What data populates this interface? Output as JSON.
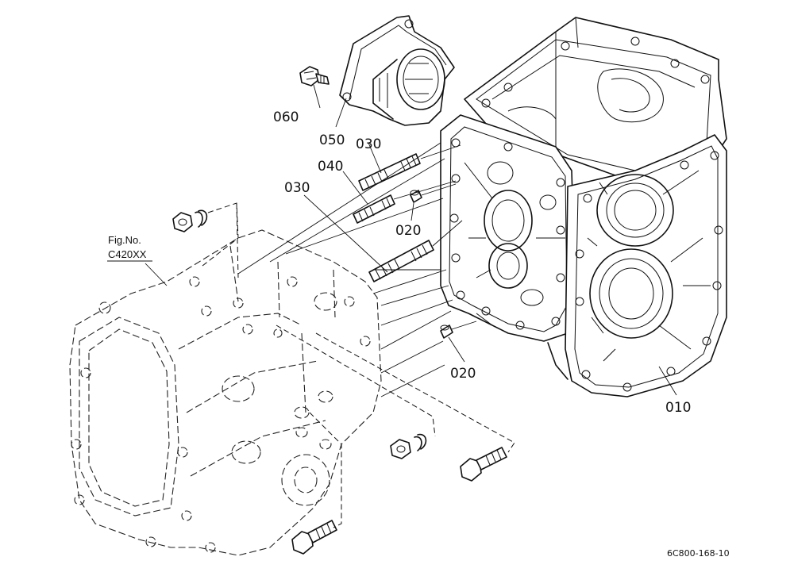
{
  "callouts": {
    "p010": "010",
    "p020a": "020",
    "p020b": "020",
    "p030a": "030",
    "p030b": "030",
    "p040": "040",
    "p050": "050",
    "p060": "060"
  },
  "reference": {
    "line1": "Fig.No.",
    "line2": "C420XX"
  },
  "drawing_code": "6C800-168-10"
}
